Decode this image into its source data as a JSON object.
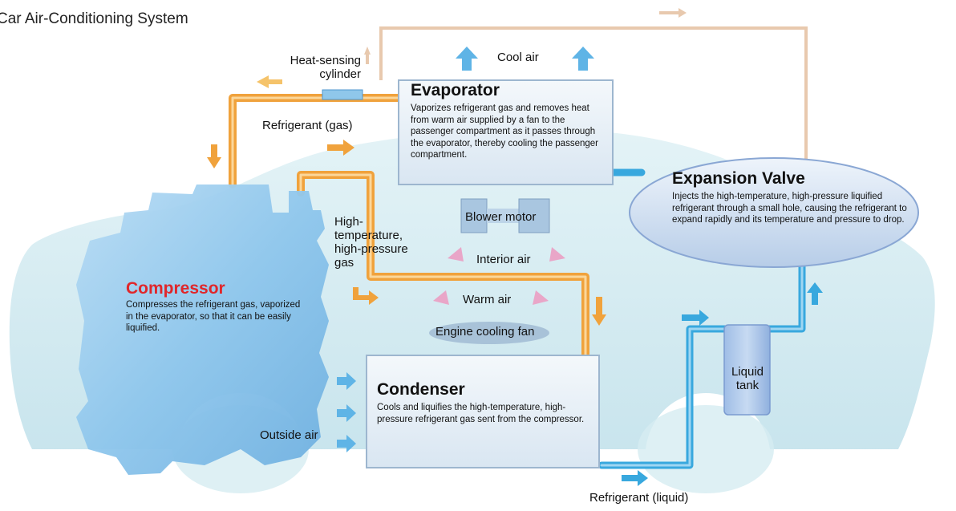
{
  "title": "Car Air-Conditioning System",
  "components": {
    "evaporator": {
      "title": "Evaporator",
      "description": "Vaporizes refrigerant gas and removes heat from warm air supplied by a fan to the passenger compartment as it passes through the evaporator, thereby cooling the passenger compartment."
    },
    "expansion_valve": {
      "title": "Expansion Valve",
      "description": "Injects the high-temperature, high-pressure liquified refrigerant through a small hole, causing the refrigerant to expand rapidly and its temperature and pressure to drop."
    },
    "compressor": {
      "title": "Compressor",
      "description": "Compresses the refrigerant gas, vaporized in the evaporator, so that it can be easily liquified."
    },
    "condenser": {
      "title": "Condenser",
      "description": "Cools and liquifies the high-temperature, high-pressure refrigerant gas sent from the compressor."
    },
    "liquid_tank": {
      "title": "Liquid tank"
    },
    "blower_motor": {
      "title": "Blower motor"
    },
    "engine_cooling_fan": {
      "title": "Engine cooling fan"
    },
    "heat_sensing_cylinder": {
      "title": "Heat-sensing cylinder"
    }
  },
  "labels": {
    "cool_air": "Cool air",
    "refrigerant_gas": "Refrigerant (gas)",
    "high_temp_gas": "High-temperature, high-pressure gas",
    "interior_air": "Interior air",
    "warm_air": "Warm air",
    "outside_air": "Outside air",
    "refrigerant_liquid": "Refrigerant (liquid)"
  },
  "colors": {
    "gas_pipe": "#f0a23c",
    "liquid_pipe": "#38a8de",
    "compressor_title": "#e0262a",
    "car_body": "#cfe9ef",
    "cool_arrow": "#5fb4e6",
    "warm_arrow": "#e9a6c8"
  }
}
